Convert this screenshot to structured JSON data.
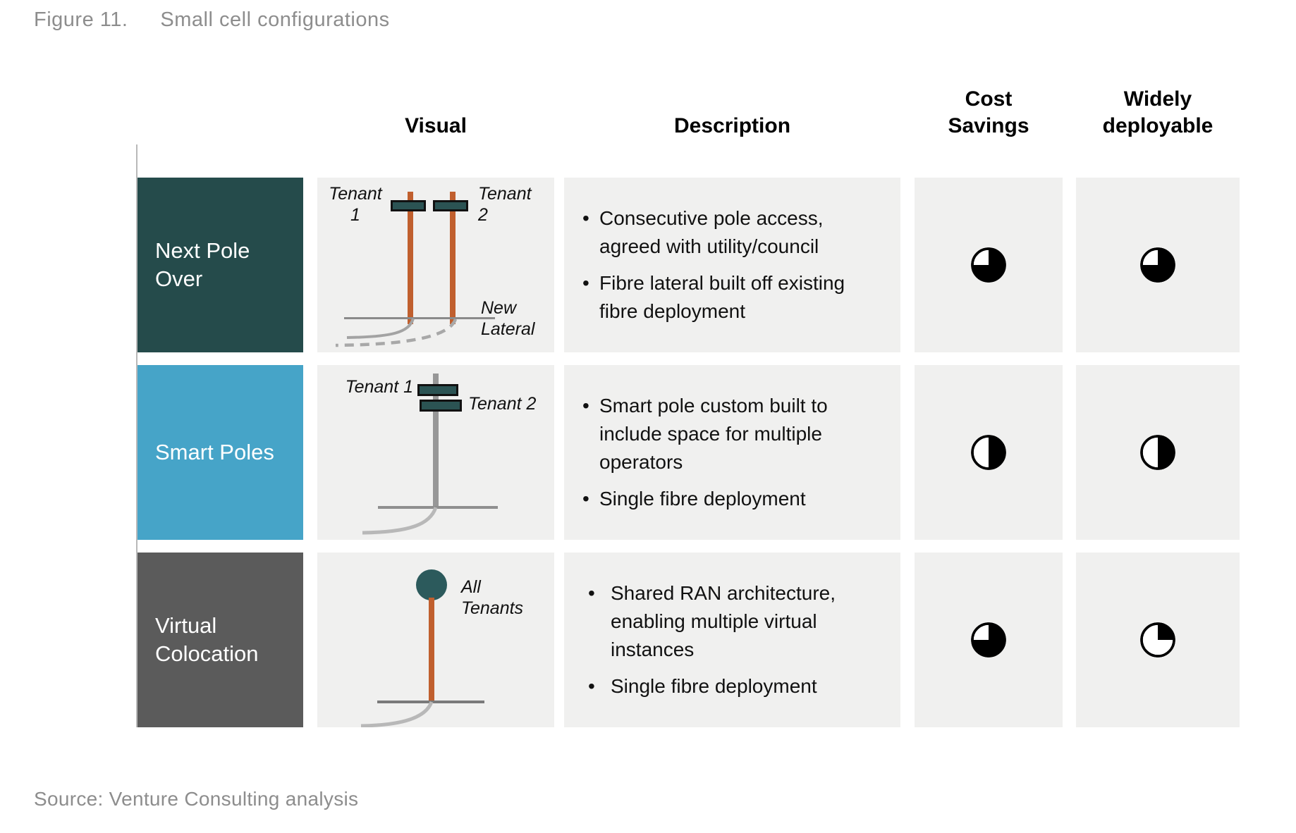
{
  "title": {
    "figure_label": "Figure 11.",
    "caption": "Small cell configurations"
  },
  "source": "Source: Venture Consulting analysis",
  "columns": {
    "visual": "Visual",
    "description": "Description",
    "cost_savings": "Cost\nSavings",
    "widely_deployable": "Widely\ndeployable"
  },
  "colors": {
    "row1_label_bg": "#254b4b",
    "row2_label_bg": "#46a4c8",
    "row3_label_bg": "#5b5b5b",
    "panel_bg": "#f0f0ef",
    "pole_orange": "#c05f2e",
    "pole_gray": "#979797",
    "antenna_teal": "#2b5353",
    "antenna_dome_teal": "#2c5a5c",
    "harvey_black": "#000000",
    "title_gray": "#8d8d8d"
  },
  "rows": [
    {
      "label": "Next Pole Over",
      "label_color": "#254b4b",
      "visual": {
        "tenant1_label": "Tenant\n1",
        "tenant2_label": "Tenant\n2",
        "lateral_label": "New\nLateral"
      },
      "description": [
        "Consecutive pole access,\nagreed with utility/council",
        "Fibre lateral built off existing\nfibre deployment"
      ],
      "cost_savings": 0.75,
      "widely_deployable": 0.75
    },
    {
      "label": "Smart Poles",
      "label_color": "#46a4c8",
      "visual": {
        "tenant1_label": "Tenant 1",
        "tenant2_label": "Tenant 2"
      },
      "description": [
        "Smart pole custom built to\ninclude space for multiple\noperators",
        "Single fibre deployment"
      ],
      "cost_savings": 0.5,
      "widely_deployable": 0.5
    },
    {
      "label": "Virtual Colocation",
      "label_color": "#5b5b5b",
      "visual": {
        "all_tenants_label": "All\nTenants"
      },
      "description": [
        "Shared RAN architecture,\nenabling multiple virtual\ninstances",
        "Single fibre deployment"
      ],
      "cost_savings": 0.75,
      "widely_deployable": 0.25
    }
  ]
}
